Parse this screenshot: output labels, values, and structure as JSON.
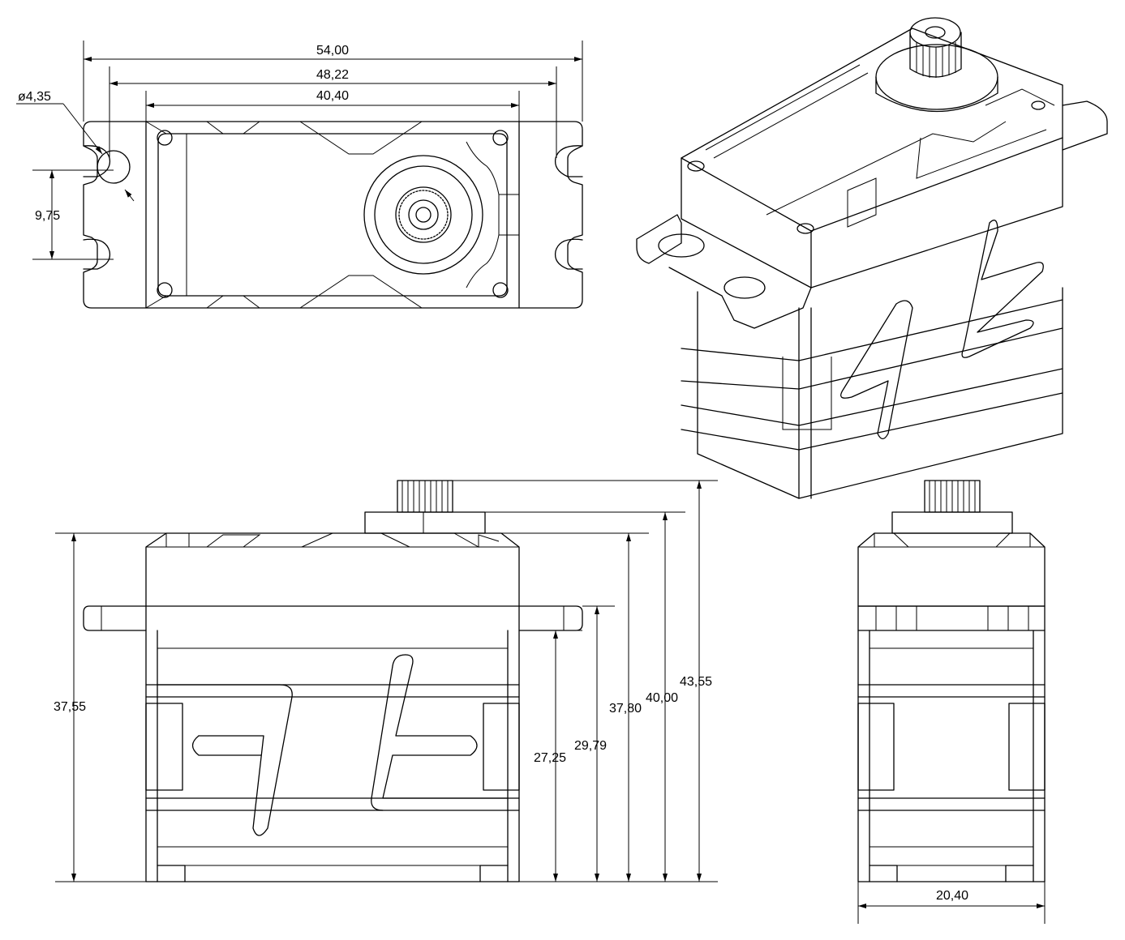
{
  "diagram": {
    "top_view": {
      "dim_overall_length": "54,00",
      "dim_hole_spacing": "48,22",
      "dim_body_length": "40,40",
      "dim_hole_diameter": "ø4,35",
      "dim_hole_pitch": "9,75"
    },
    "side_view": {
      "dim_body_height": "37,55",
      "dim_flange_bottom": "27,25",
      "dim_flange_top": "29,79",
      "dim_case_top": "37,80",
      "dim_cap_top": "40,00",
      "dim_spline_top": "43,55"
    },
    "end_view": {
      "dim_width": "20,40"
    }
  }
}
